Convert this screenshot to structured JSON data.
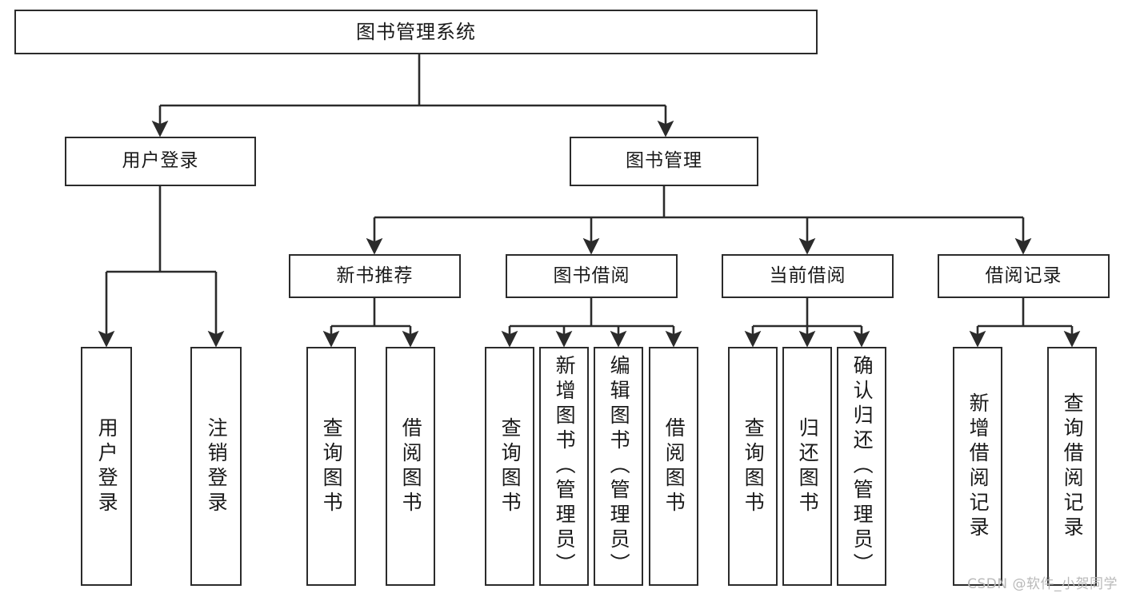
{
  "diagram": {
    "type": "tree-hierarchy",
    "title": "图书管理系统",
    "root": {
      "id": "root",
      "label": "图书管理系统"
    },
    "level2": [
      {
        "id": "user-login",
        "label": "用户登录"
      },
      {
        "id": "book-manage",
        "label": "图书管理"
      }
    ],
    "level3": [
      {
        "id": "new-book-rec",
        "label": "新书推荐",
        "parent": "book-manage"
      },
      {
        "id": "book-borrow",
        "label": "图书借阅",
        "parent": "book-manage"
      },
      {
        "id": "current-borrow",
        "label": "当前借阅",
        "parent": "book-manage"
      },
      {
        "id": "borrow-record",
        "label": "借阅记录",
        "parent": "book-manage"
      }
    ],
    "leaves": [
      {
        "id": "leaf-user-login",
        "label": "用户登录",
        "parent": "user-login"
      },
      {
        "id": "leaf-user-logout",
        "label": "注销登录",
        "parent": "user-login"
      },
      {
        "id": "leaf-query-book-1",
        "label": "查询图书",
        "parent": "new-book-rec"
      },
      {
        "id": "leaf-borrow-book-1",
        "label": "借阅图书",
        "parent": "new-book-rec"
      },
      {
        "id": "leaf-query-book-2",
        "label": "查询图书",
        "parent": "book-borrow"
      },
      {
        "id": "leaf-add-book",
        "label": "新增图书（管理员）",
        "parent": "book-borrow"
      },
      {
        "id": "leaf-edit-book",
        "label": "编辑图书（管理员）",
        "parent": "book-borrow"
      },
      {
        "id": "leaf-borrow-book-2",
        "label": "借阅图书",
        "parent": "book-borrow"
      },
      {
        "id": "leaf-query-book-3",
        "label": "查询图书",
        "parent": "current-borrow"
      },
      {
        "id": "leaf-return-book",
        "label": "归还图书",
        "parent": "current-borrow"
      },
      {
        "id": "leaf-confirm-return",
        "label": "确认归还（管理员）",
        "parent": "current-borrow"
      },
      {
        "id": "leaf-add-record",
        "label": "新增借阅记录",
        "parent": "borrow-record"
      },
      {
        "id": "leaf-query-record",
        "label": "查询借阅记录",
        "parent": "borrow-record"
      }
    ],
    "colors": {
      "stroke": "#2b2b2b",
      "fill": "#ffffff",
      "text": "#1a1a1a",
      "watermark": "#b9b9b9"
    }
  },
  "watermark": {
    "text": "CSDN @软件_小贺同学"
  }
}
